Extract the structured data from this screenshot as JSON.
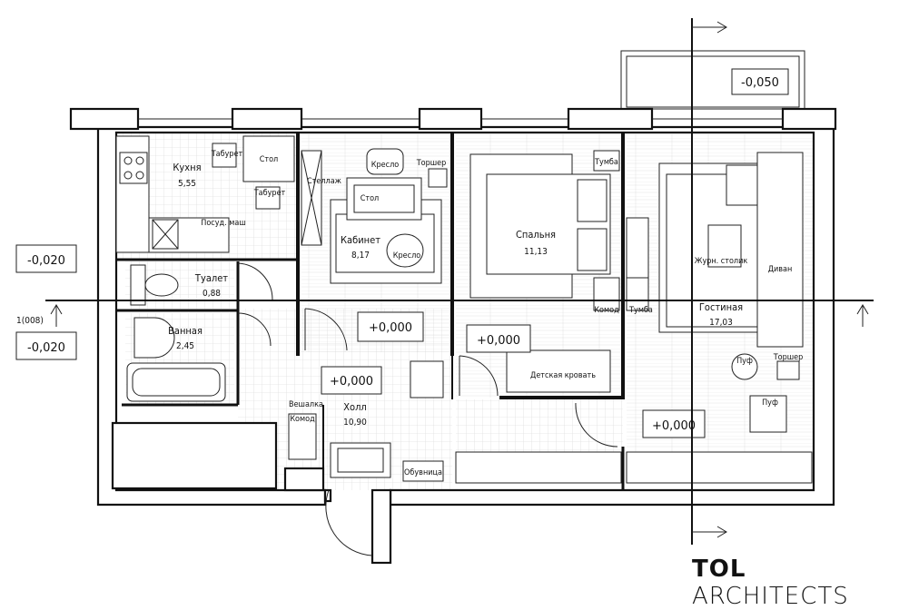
{
  "brand": {
    "bold": "TOL",
    "light": "ARCHITECTS"
  },
  "section_mark": "1(008)",
  "levels": {
    "balcony": "-0,050",
    "toilet": "-0,020",
    "bath": "-0,020",
    "cabinet": "+0,000",
    "hall": "+0,000",
    "bedroom": "+0,000",
    "living": "+0,000"
  },
  "rooms": {
    "kitchen": {
      "name": "Кухня",
      "area": "5,55"
    },
    "toilet": {
      "name": "Туалет",
      "area": "0,88"
    },
    "bath": {
      "name": "Ванная",
      "area": "2,45"
    },
    "cabinet": {
      "name": "Кабинет",
      "area": "8,17"
    },
    "bedroom": {
      "name": "Спальня",
      "area": "11,13"
    },
    "living": {
      "name": "Гостиная",
      "area": "17,03"
    },
    "hall": {
      "name": "Холл",
      "area": "10,90"
    }
  },
  "furniture": {
    "taburet1": "Табурет",
    "table": "Стол",
    "taburet2": "Табурет",
    "dishwasher": "Посуд. маш",
    "stellazh": "Стеллаж",
    "armchair1": "Кресло",
    "desk": "Стол",
    "armchair2": "Кресло",
    "torsher1": "Торшер",
    "tumba1": "Тумба",
    "komod1": "Комод",
    "tumba2": "Тумба",
    "detskaya": "Детская кровать",
    "zhurn": "Журн. столик",
    "divan": "Диван",
    "torsher2": "Торшер",
    "puf1": "Пуф",
    "puf2": "Пуф",
    "veshalka": "Вешалка",
    "komod2": "Комод",
    "obuvnitsa": "Обувница"
  }
}
